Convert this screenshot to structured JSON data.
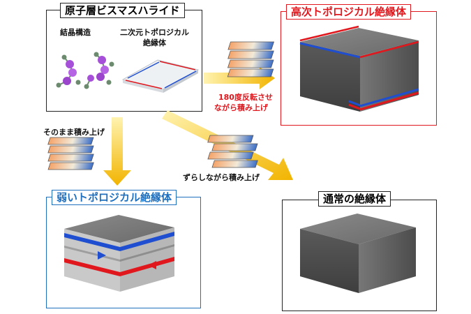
{
  "source_box": {
    "title": "原子層ビスマスハライド",
    "crystal_label": "結晶構造",
    "ti_label_line1": "二次元トポロジカル",
    "ti_label_line2": "絶縁体"
  },
  "htoi_box": {
    "title": "高次トポロジカル絶縁体"
  },
  "weak_box": {
    "title": "弱いトポロジカル絶縁体"
  },
  "normal_box": {
    "title": "通常の絶縁体"
  },
  "paths": {
    "rotate_line1": "180度反転させ",
    "rotate_line2": "ながら積み上げ",
    "straight": "そのまま積み上げ",
    "shifted": "ずらしながら積み上げ"
  },
  "colors": {
    "edge_red": "#e0181e",
    "edge_blue": "#1f4fd0",
    "weak_border": "#1f6fbf",
    "arrow": "#f2b400"
  }
}
